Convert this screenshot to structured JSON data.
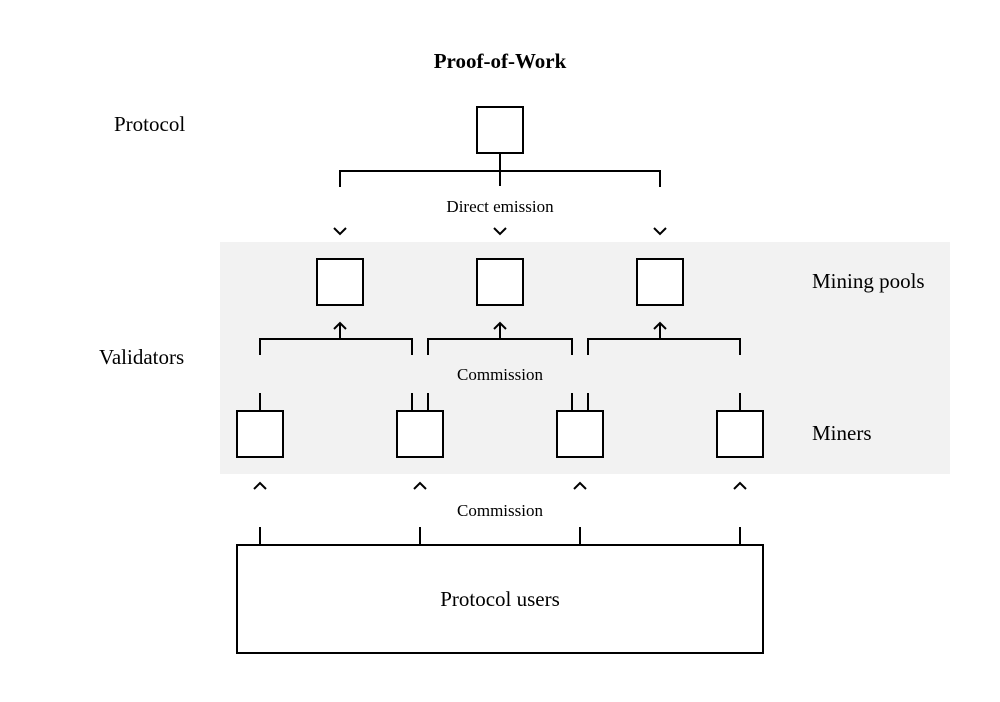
{
  "title": "Proof-of-Work",
  "labels": {
    "protocol": "Protocol",
    "validators": "Validators",
    "mining_pools": "Mining pools",
    "miners": "Miners",
    "direct_emission": "Direct emission",
    "commission_pools": "Commission",
    "commission_users": "Commission",
    "protocol_users": "Protocol users"
  },
  "colors": {
    "validators_band": "#f2f2f2",
    "stroke": "#000000"
  }
}
